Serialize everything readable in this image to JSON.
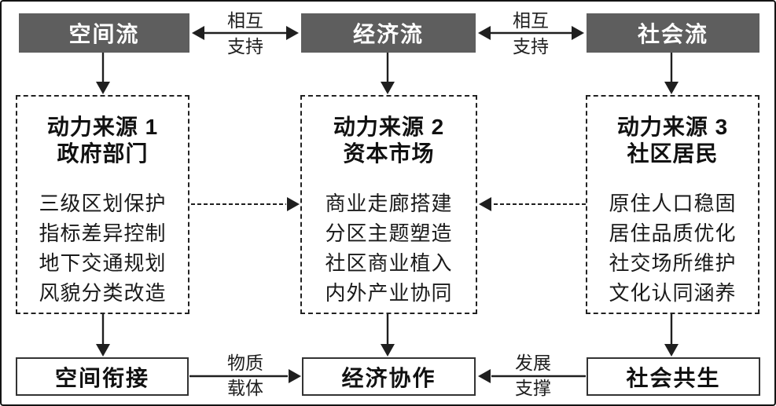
{
  "diagram": {
    "colors": {
      "flow_box_bg": "#5e5e5e",
      "flow_box_text": "#ffffff",
      "line": "#1f1f1f"
    },
    "top_flows": [
      {
        "label": "空间流"
      },
      {
        "label": "经济流"
      },
      {
        "label": "社会流"
      }
    ],
    "mutual_links": [
      {
        "line1": "相互",
        "line2": "支持"
      },
      {
        "line1": "相互",
        "line2": "支持"
      }
    ],
    "sources": [
      {
        "title_line1": "动力来源 1",
        "title_line2": "政府部门",
        "items": [
          "三级区划保护",
          "指标差异控制",
          "地下交通规划",
          "风貌分类改造"
        ]
      },
      {
        "title_line1": "动力来源 2",
        "title_line2": "资本市场",
        "items": [
          "商业走廊搭建",
          "分区主题塑造",
          "社区商业植入",
          "内外产业协同"
        ]
      },
      {
        "title_line1": "动力来源 3",
        "title_line2": "社区居民",
        "items": [
          "原住人口稳固",
          "居住品质优化",
          "社交场所维护",
          "文化认同涵养"
        ]
      }
    ],
    "outcomes": [
      {
        "label": "空间衔接"
      },
      {
        "label": "经济协作"
      },
      {
        "label": "社会共生"
      }
    ],
    "bottom_links": [
      {
        "line1": "物质",
        "line2": "载体"
      },
      {
        "line1": "发展",
        "line2": "支撑"
      }
    ]
  }
}
